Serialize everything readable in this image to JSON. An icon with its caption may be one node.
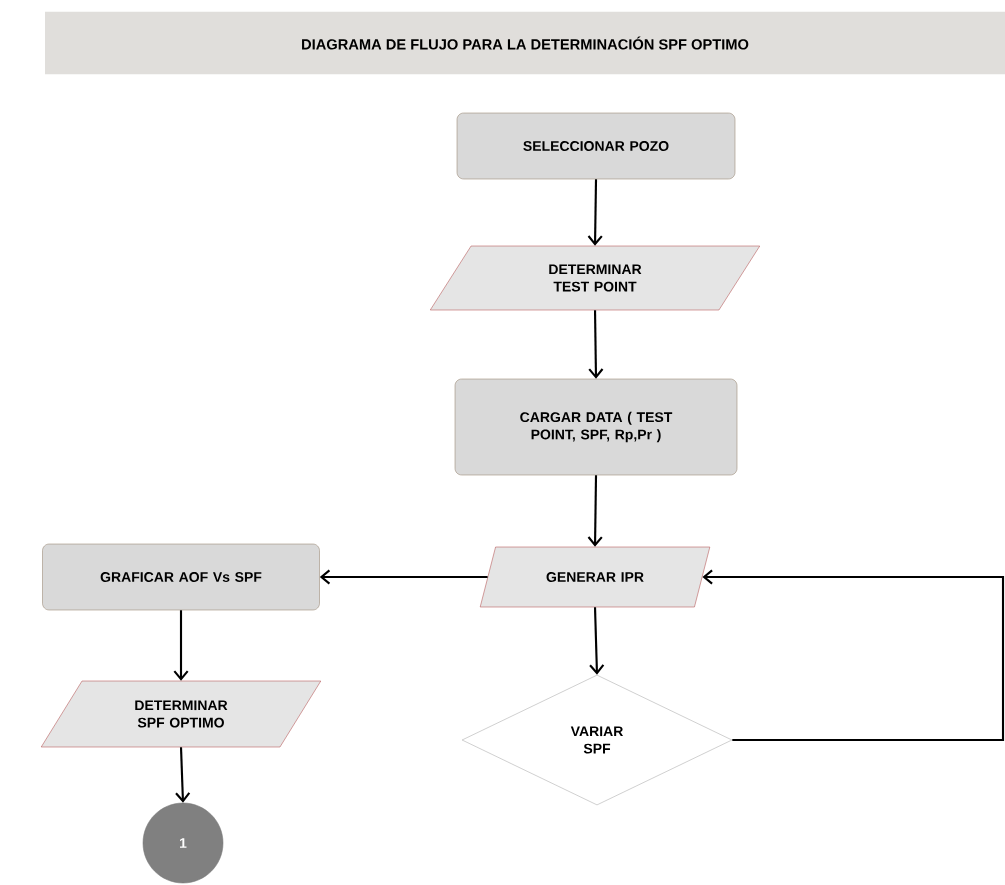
{
  "diagram": {
    "title": "DIAGRAMA DE FLUJO PARA LA DETERMINACIÓN SPF OPTIMO",
    "nodes": [
      {
        "text": [
          "SELECCIONAR POZO"
        ]
      },
      {
        "text": [
          "DETERMINAR TEST POINT"
        ]
      },
      {
        "text": [
          "CARGAR DATA ( TEST POINT, SPF, Rp,Pr )"
        ]
      },
      {
        "text": [
          "GENERAR IPR"
        ]
      },
      {
        "text": [
          "VARIAR SPF"
        ]
      },
      {
        "text": [
          "GRAFICAR AOF Vs SPF"
        ]
      },
      {
        "text": [
          "DETERMINAR SPF OPTIMO"
        ]
      },
      {
        "text": [
          "1"
        ]
      }
    ],
    "edges": [
      {
        "from": 0,
        "to": 1,
        "arrow": "to"
      },
      {
        "from": 1,
        "to": 2,
        "arrow": "to"
      },
      {
        "from": 2,
        "to": 3,
        "arrow": "to"
      },
      {
        "from": 3,
        "to": 5,
        "arrow": "to"
      },
      {
        "from": 3,
        "to": 4,
        "arrow": "to"
      },
      {
        "from": 4,
        "to": 3,
        "arrow": "to"
      },
      {
        "from": 5,
        "to": 6,
        "arrow": "to"
      },
      {
        "from": 6,
        "to": 7,
        "arrow": "to"
      }
    ]
  }
}
